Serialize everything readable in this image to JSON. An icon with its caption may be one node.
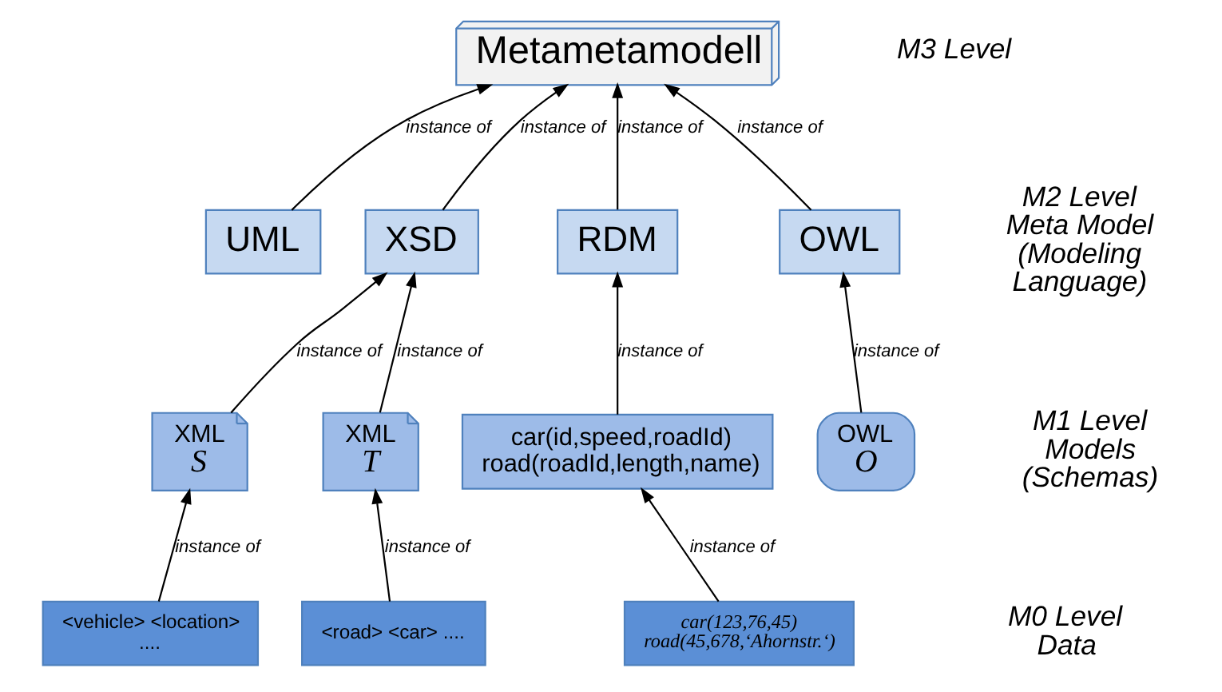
{
  "diagram": {
    "nodes": [
      {
        "text": [
          "Metametamodell"
        ]
      },
      {
        "text": [
          "UML"
        ]
      },
      {
        "text": [
          "XSD"
        ]
      },
      {
        "text": [
          "RDM"
        ]
      },
      {
        "text": [
          "OWL"
        ]
      },
      {
        "text": [
          "XML",
          "S"
        ]
      },
      {
        "text": [
          "XML",
          "T"
        ]
      },
      {
        "text": [
          "car(id,speed,roadId) road(roadId,length,name)"
        ]
      },
      {
        "text": [
          "OWL",
          "O"
        ]
      },
      {
        "text": [
          "<vehicle> <location> ...."
        ]
      },
      {
        "text": [
          "<road> <car> ...."
        ]
      },
      {
        "text": [
          "car(123,76,45) road(45,678,‘Ahornstr.‘)"
        ]
      }
    ],
    "edges": [
      {
        "from": 1,
        "to": 0,
        "arrow": "to",
        "label": "instance of"
      },
      {
        "from": 2,
        "to": 0,
        "arrow": "to",
        "label": "instance of"
      },
      {
        "from": 3,
        "to": 0,
        "arrow": "to",
        "label": "instance of"
      },
      {
        "from": 4,
        "to": 0,
        "arrow": "to",
        "label": "instance of"
      },
      {
        "from": 5,
        "to": 2,
        "arrow": "to",
        "label": "instance of"
      },
      {
        "from": 6,
        "to": 2,
        "arrow": "to",
        "label": "instance of"
      },
      {
        "from": 7,
        "to": 3,
        "arrow": "to",
        "label": "instance of"
      },
      {
        "from": 8,
        "to": 4,
        "arrow": "to",
        "label": "instance of"
      },
      {
        "from": 9,
        "to": 5,
        "arrow": "to",
        "label": "instance of"
      },
      {
        "from": 10,
        "to": 6,
        "arrow": "to",
        "label": "instance of"
      },
      {
        "from": 11,
        "to": 7,
        "arrow": "to",
        "label": "instance of"
      }
    ],
    "labels": [
      "M3 Level",
      "M2 Level Meta Model (Modeling Language)",
      "M1 Level Models (Schemas)",
      "M0 Level Data"
    ]
  }
}
